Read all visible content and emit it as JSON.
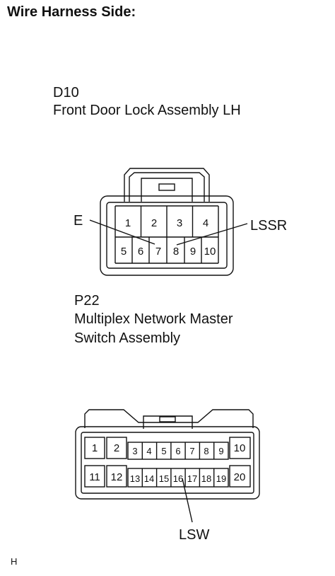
{
  "header": {
    "title": "Wire Harness Side:"
  },
  "connector_d10": {
    "code": "D10",
    "name": "Front Door Lock Assembly LH",
    "top_pins": [
      "1",
      "2",
      "3",
      "4"
    ],
    "bottom_pins": [
      "5",
      "6",
      "7",
      "8",
      "9",
      "10"
    ],
    "callouts": {
      "left": "E",
      "right": "LSSR"
    }
  },
  "connector_p22": {
    "code": "P22",
    "name_line1": "Multiplex Network Master",
    "name_line2": "Switch Assembly",
    "top_pins": [
      "1",
      "2",
      "3",
      "4",
      "5",
      "6",
      "7",
      "8",
      "9",
      "10"
    ],
    "bottom_pins": [
      "11",
      "12",
      "13",
      "14",
      "15",
      "16",
      "17",
      "18",
      "19",
      "20"
    ],
    "callouts": {
      "bottom": "LSW"
    }
  },
  "footer": {
    "code": "H"
  }
}
